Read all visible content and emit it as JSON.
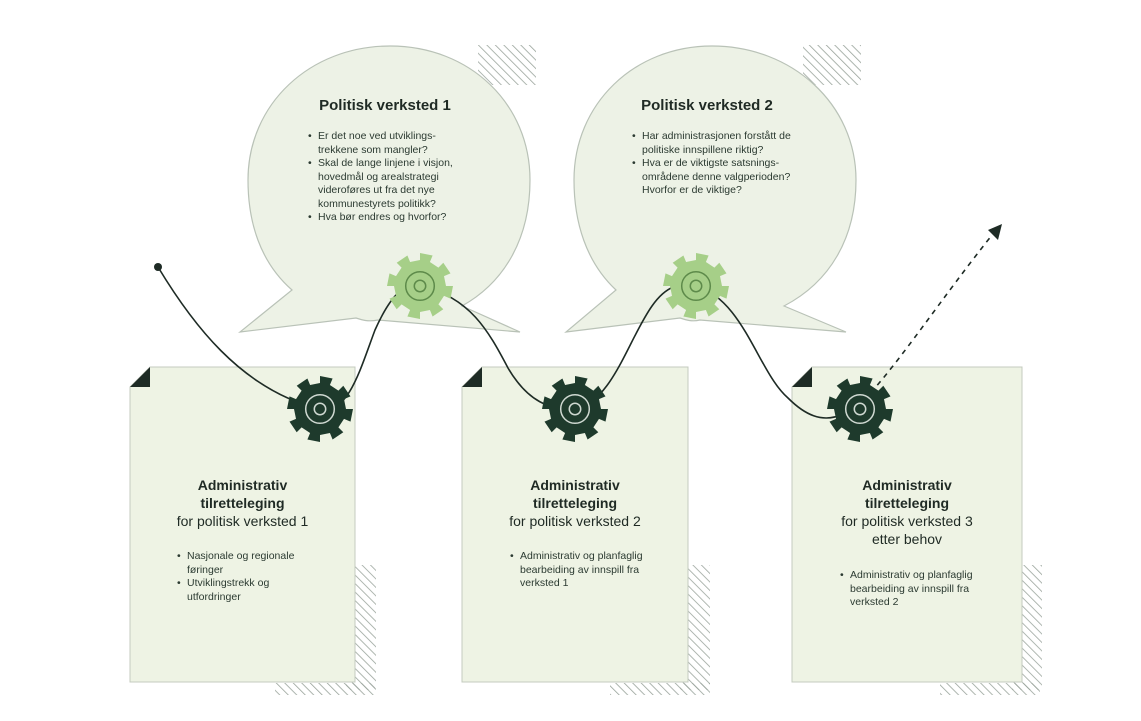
{
  "bubbles": [
    {
      "title": "Politisk verksted 1",
      "items": [
        "Er det noe ved utviklings-\ntrekkene som mangler?",
        "Skal de lange linjene i visjon,\nhovedmål og arealstrategi\nvideroføres ut fra det nye\nkommunestyrets politikk?",
        "Hva bør endres og hvorfor?"
      ]
    },
    {
      "title": "Politisk verksted 2",
      "items": [
        "Har administrasjonen forstått de\npolitiske innspillene riktig?",
        "Hva er de viktigste satsnings-\nområdene denne valgperioden?\nHvorfor er de viktige?"
      ]
    }
  ],
  "cards": [
    {
      "title_line1": "Administrativ",
      "title_line2": "tilretteleging",
      "subtitle": "for politisk verksted 1",
      "subtitle2": "",
      "items": [
        "Nasjonale og regionale\nføringer",
        "Utviklingstrekk og\nutfordringer"
      ]
    },
    {
      "title_line1": "Administrativ",
      "title_line2": "tilretteleging",
      "subtitle": "for politisk verksted 2",
      "subtitle2": "",
      "items": [
        "Administrativ og planfaglig\nbearbeiding av innspill fra\nverksted 1"
      ]
    },
    {
      "title_line1": "Administrativ",
      "title_line2": "tilretteleging",
      "subtitle": "for politisk verksted 3",
      "subtitle2": "etter behov",
      "items": [
        "Administrativ og planfaglig\nbearbeiding av innspill fra\nverksted 2"
      ]
    }
  ],
  "colors": {
    "card_fill": "#eef3e4",
    "bubble_fill": "#edf2e6",
    "dark_gear": "#1e3a2c",
    "light_gear": "#a6cf88",
    "line": "#1e2b25"
  }
}
